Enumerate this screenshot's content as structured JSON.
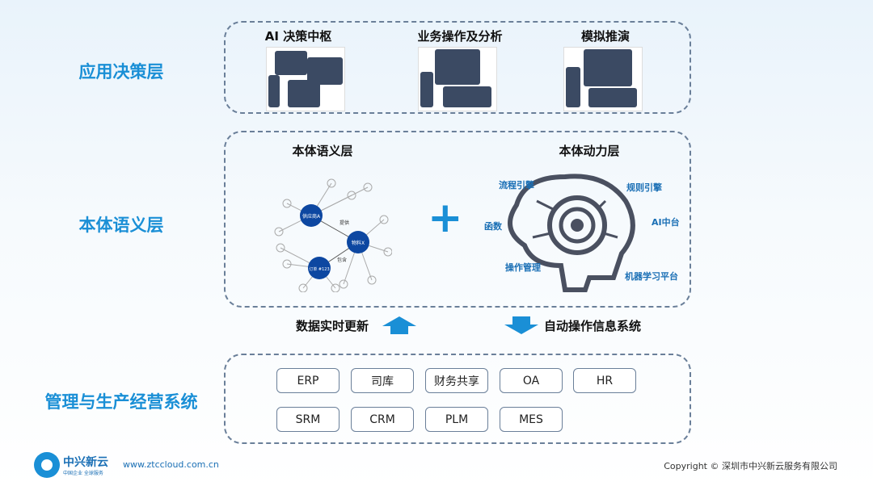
{
  "layers": {
    "application": {
      "label": "应用决策层",
      "items": [
        {
          "title": "AI 决策中枢"
        },
        {
          "title": "业务操作及分析"
        },
        {
          "title": "模拟推演"
        }
      ]
    },
    "ontology": {
      "label": "本体语义层",
      "semantic": {
        "title": "本体语义层",
        "nodes": [
          "供应商A",
          "物料X",
          "订单 #123"
        ],
        "edges": [
          "提供",
          "包含"
        ]
      },
      "plus": "+",
      "dynamic": {
        "title": "本体动力层",
        "tags": [
          "流程引擎",
          "规则引擎",
          "函数",
          "AI中台",
          "操作管理",
          "机器学习平台"
        ]
      }
    },
    "arrows": {
      "up": "数据实时更新",
      "down": "自动操作信息系统"
    },
    "systems": {
      "label": "管理与生产经营系统",
      "items": [
        "ERP",
        "司库",
        "财务共享",
        "OA",
        "HR",
        "SRM",
        "CRM",
        "PLM",
        "MES"
      ]
    }
  },
  "footer": {
    "logo": "中兴新云",
    "logo_tagline": "中国企业 全球服务",
    "website": "www.ztccloud.com.cn",
    "copyright": "Copyright © 深圳市中兴新云服务有限公司"
  },
  "colors": {
    "accent": "#1a8fd6",
    "node": "#0d47a1",
    "border": "#6a7f99"
  }
}
